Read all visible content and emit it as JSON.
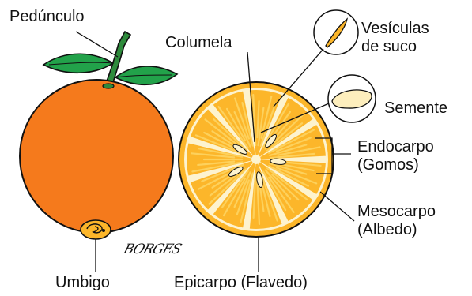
{
  "labels": {
    "peduncle": "Pedúnculo",
    "columella": "Columela",
    "vesicles": [
      "Vesículas",
      "de suco"
    ],
    "seed": "Semente",
    "endocarp": [
      "Endocarpo",
      "(Gomos)"
    ],
    "mesocarp": [
      "Mesocarpo",
      "(Albedo)"
    ],
    "epicarp": "Epicarpo (Flavedo)",
    "navel": "Umbigo"
  },
  "signature": "BORGES",
  "colors": {
    "peel": "#f57a1c",
    "pulp": "#fcb62a",
    "pulp_light": "#fdd15c",
    "albedo": "#fdf3cf",
    "leaf": "#22a24a",
    "stem": "#2e8b3c",
    "outline": "#111111"
  },
  "section_count": 11
}
